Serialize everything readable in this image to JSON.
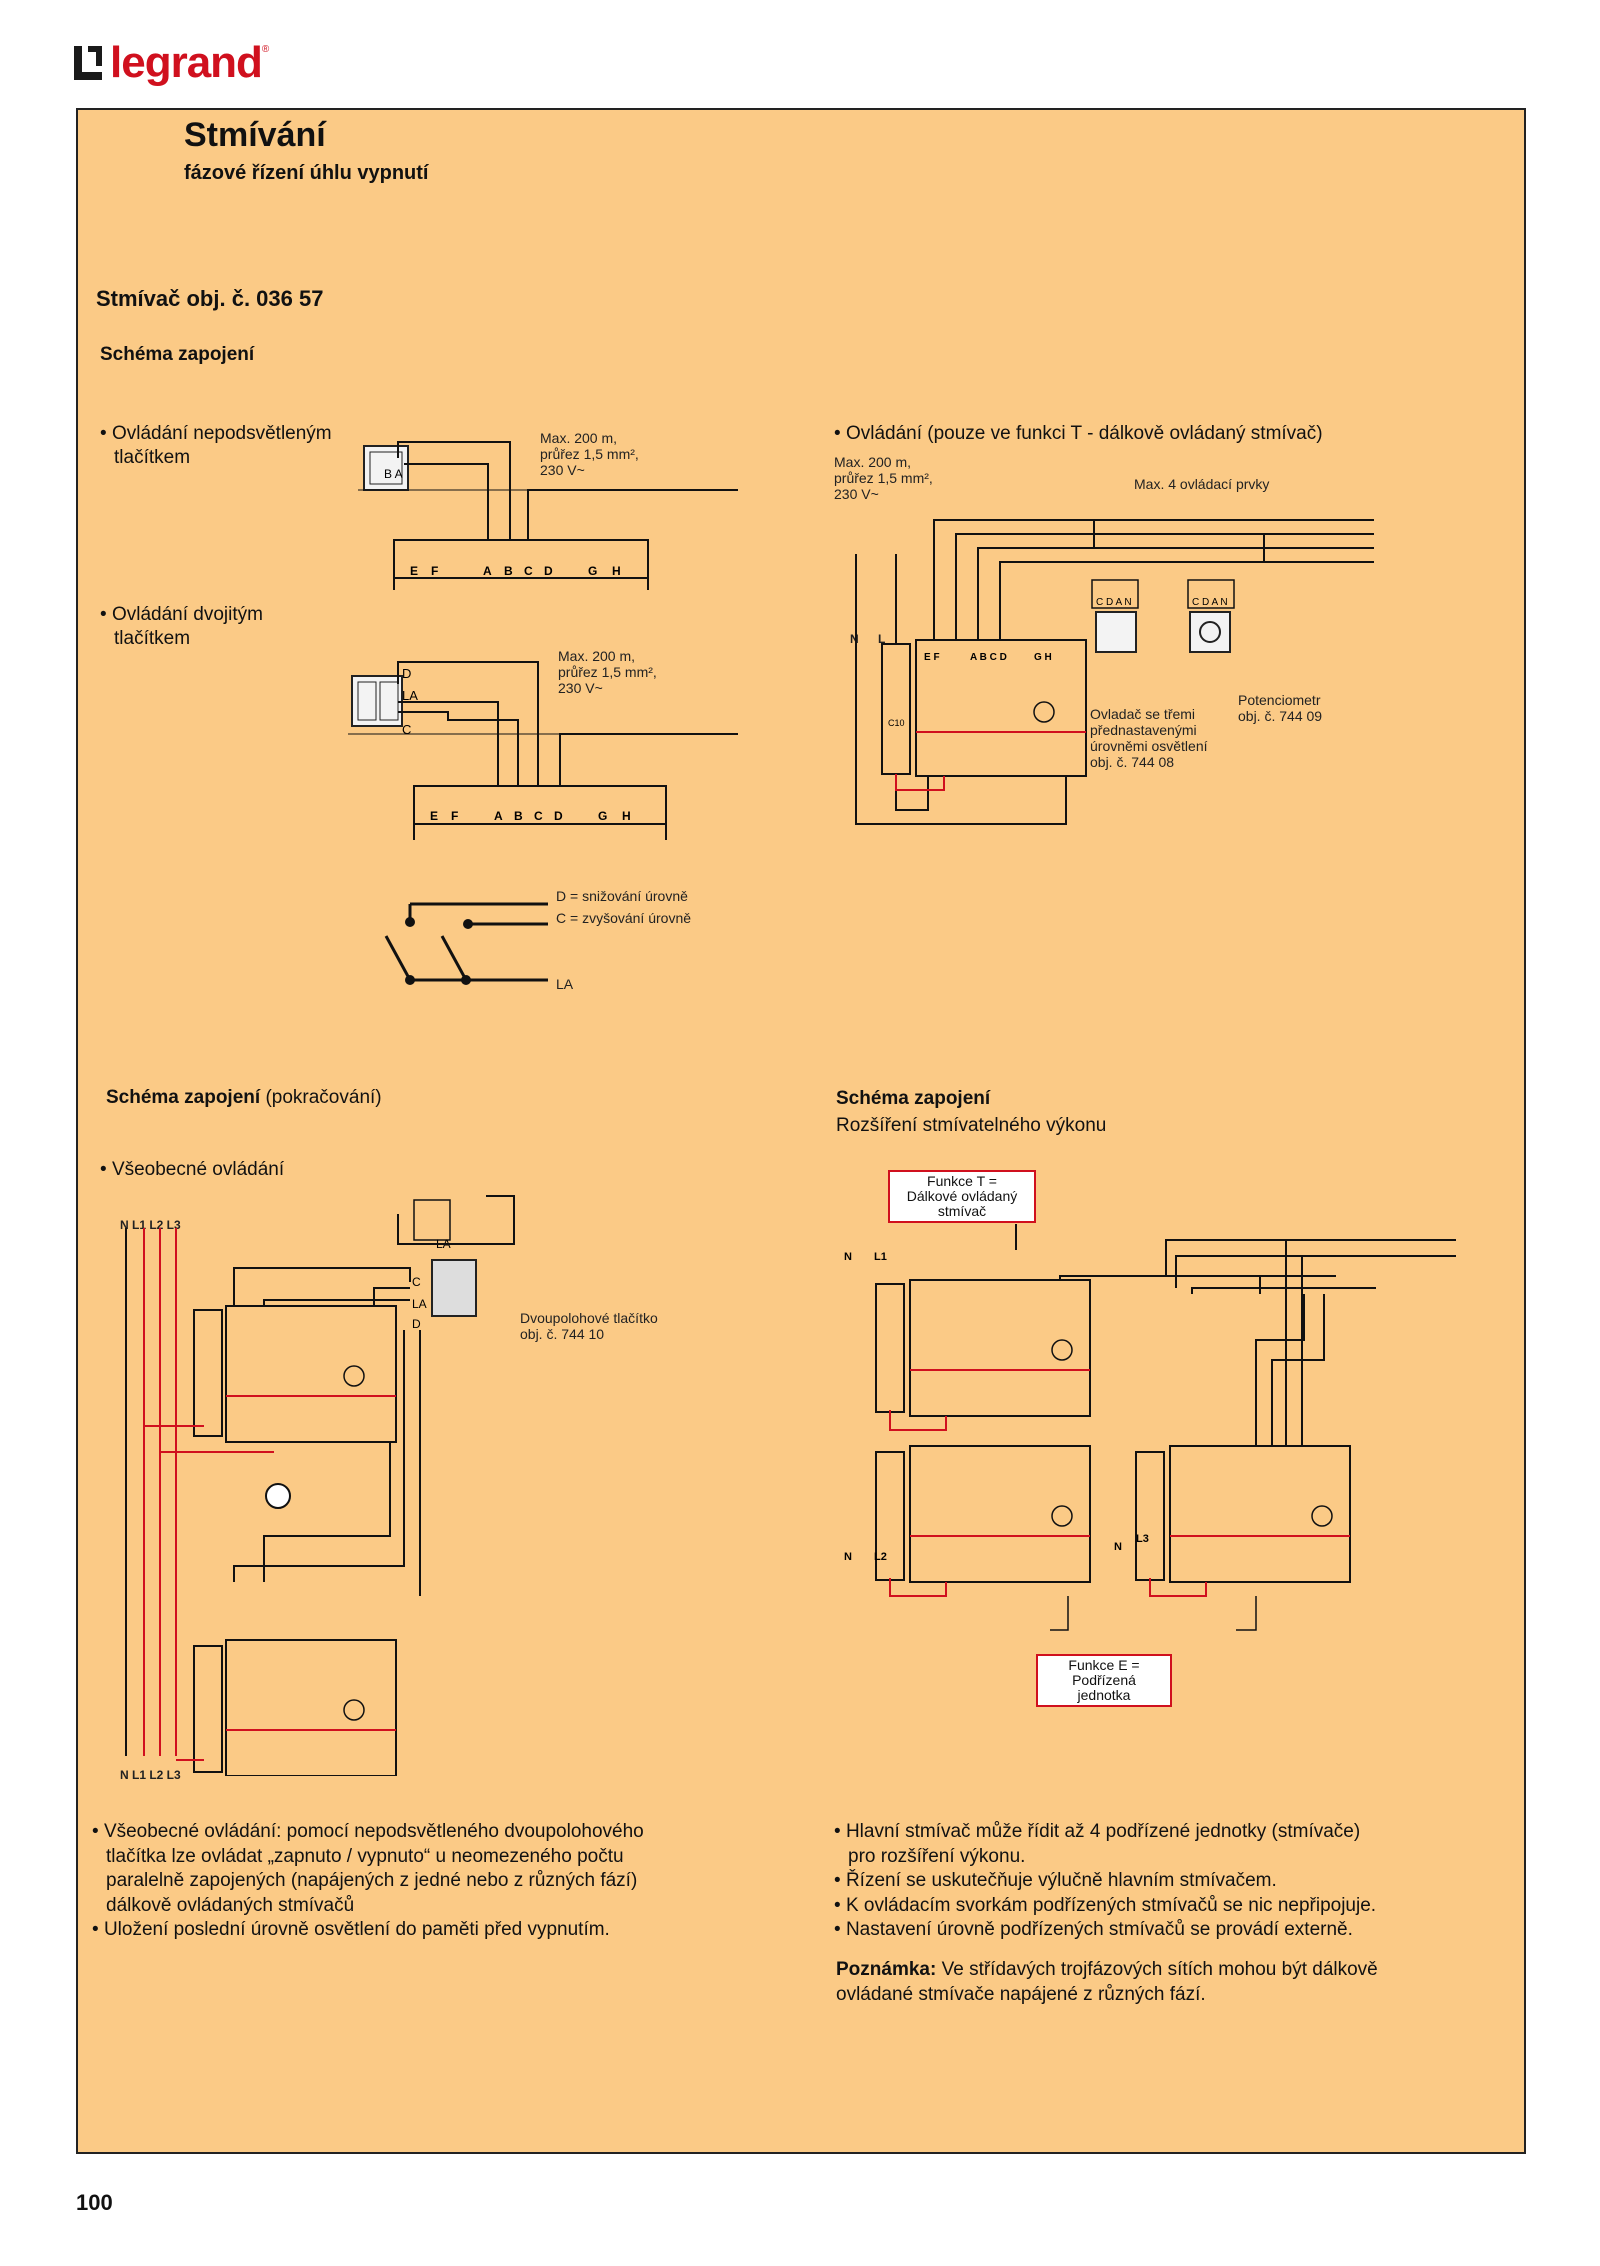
{
  "brand": {
    "name": "legrand",
    "reg": "®"
  },
  "header": {
    "title": "Stmívání",
    "subtitle": "fázové řízení úhlu vypnutí"
  },
  "product": {
    "heading": "Stmívač obj. č. 036 57"
  },
  "section1": {
    "heading": "Schéma zapojení",
    "bullet1": "Ovládání nepodsvětleným",
    "bullet1b": "tlačítkem",
    "bullet2": "Ovládání dvojitým",
    "bullet2b": "tlačítkem",
    "bullet3": "Ovládání (pouze ve funkci T - dálkově ovládaný stmívač)",
    "max_line1": "Max. 200 m,",
    "max_line2": "průřez 1,5 mm²,",
    "max_line3": "230 V~",
    "max_controls": "Max. 4 ovládací prvky",
    "terminals": "E  F  A B C D  G H",
    "ovladac": [
      "Ovladač se třemi",
      "přednastavenými",
      "úrovněmi osvětlení",
      "obj. č. 744 08"
    ],
    "potenciometr": [
      "Potenciometr",
      "obj. č. 744 09"
    ],
    "legend_d": "D = snižování úrovně",
    "legend_c": "C = zvyšování úrovně",
    "legend_la": "LA",
    "n_label": "N",
    "l_label": "L"
  },
  "section2": {
    "heading": "Schéma zapojení",
    "heading_suffix": "(pokračování)",
    "bullet": "Všeobecné ovládání",
    "bus_top": "N L1 L2 L3",
    "bus_bottom": "N L1 L2 L3",
    "dvoupol": [
      "Dvoupolohové tlačítko",
      "obj. č. 744 10"
    ]
  },
  "section3": {
    "heading": "Schéma zapojení",
    "subheading": "Rozšíření stmívatelného výkonu",
    "funkce_t": [
      "Funkce T =",
      "Dálkové ovládaný",
      "stmívač"
    ],
    "funkce_e": [
      "Funkce E =",
      "Podřízená",
      "jednotka"
    ]
  },
  "notes_left": [
    "Všeobecné ovládání: pomocí nepodsvětleného dvoupolohového",
    "tlačítka lze ovládat „zapnuto / vypnuto“ u neomezeného počtu",
    "paralelně zapojených (napájených z jedné nebo z různých fází)",
    "dálkově ovládaných stmívačů",
    "Uložení poslední úrovně osvětlení do paměti před vypnutím."
  ],
  "notes_right": [
    "Hlavní stmívač může řídit až 4 podřízené jednotky (stmívače)",
    "pro rozšíření výkonu.",
    "Řízení se uskutečňuje výlučně hlavním stmívačem.",
    "K ovládacím svorkám podřízených stmívačů se nic nepřipojuje.",
    "Nastavení úrovně podřízených stmívačů se provádí externě."
  ],
  "poznamka": {
    "label": "Poznámka:",
    "text1": "Ve střídavých trojfázových sítích mohou být dálkově",
    "text2": "ovládané stmívače napájené z různých fází."
  },
  "page": {
    "number": "100"
  },
  "colors": {
    "panel": "#fbca86",
    "brand": "#d0101e",
    "wire_red": "#d0101e"
  }
}
